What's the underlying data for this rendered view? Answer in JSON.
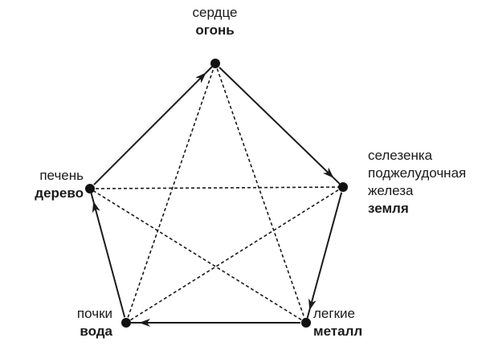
{
  "elements": {
    "fire": {
      "organs": [
        "сердце"
      ],
      "element": "огонь"
    },
    "earth": {
      "organs": [
        "селезенка",
        "поджелудочная",
        "железа"
      ],
      "element": "земля"
    },
    "metal": {
      "organs": [
        "легкие"
      ],
      "element": "металл"
    },
    "water": {
      "organs": [
        "почки"
      ],
      "element": "вода"
    },
    "wood": {
      "organs": [
        "печень"
      ],
      "element": "дерево"
    }
  },
  "generating_cycle": [
    {
      "from": "wood",
      "to": "fire"
    },
    {
      "from": "fire",
      "to": "earth"
    },
    {
      "from": "earth",
      "to": "metal"
    },
    {
      "from": "metal",
      "to": "water"
    },
    {
      "from": "water",
      "to": "wood"
    }
  ],
  "controlling_cycle": [
    {
      "from": "fire",
      "to": "metal"
    },
    {
      "from": "metal",
      "to": "wood"
    },
    {
      "from": "wood",
      "to": "earth"
    },
    {
      "from": "earth",
      "to": "water"
    },
    {
      "from": "water",
      "to": "fire"
    }
  ],
  "colors": {
    "line": "#1a1a1a",
    "node": "#111111",
    "text": "#1a1a1a"
  }
}
